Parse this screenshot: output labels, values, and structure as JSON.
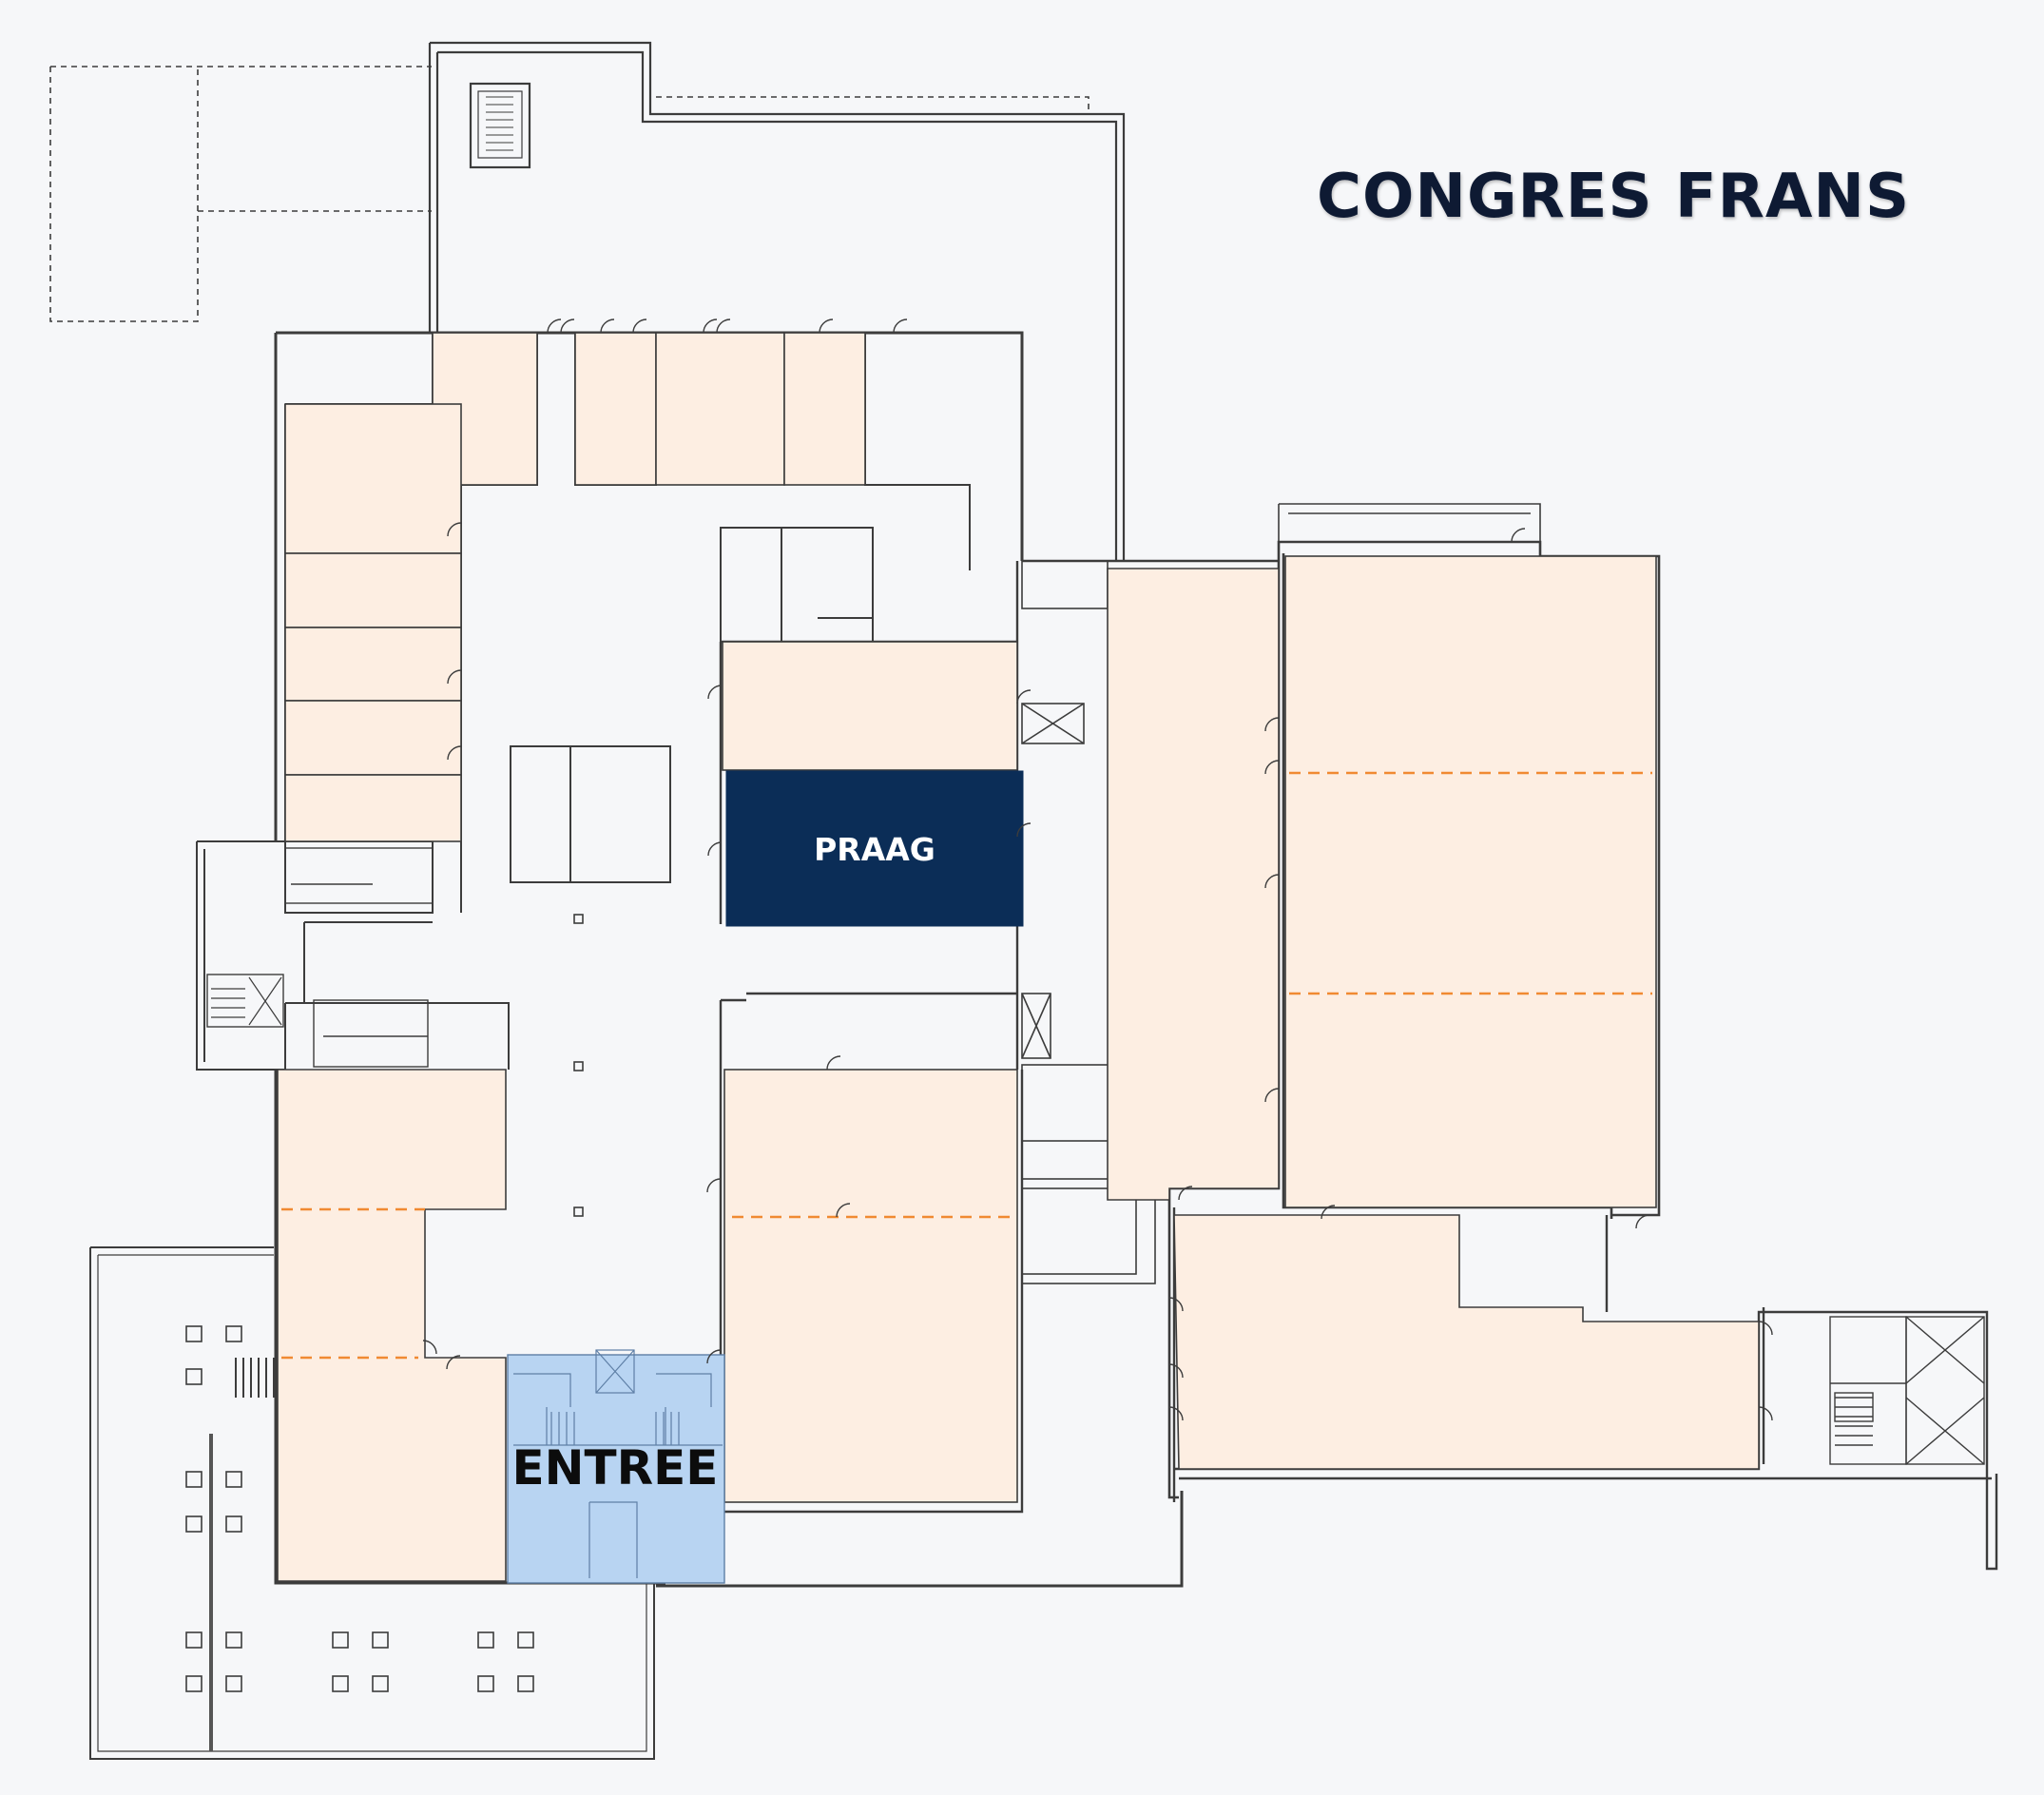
{
  "map": {
    "title": "CONGRES FRANS",
    "rooms": {
      "praag": {
        "label": "PRAAG",
        "highlight_color": "#0b2d57"
      },
      "entree": {
        "label": "ENTREE",
        "highlight_color": "#b8d4f2"
      }
    },
    "colors": {
      "background": "#f6f7f9",
      "room_fill": "#fdeee2",
      "wall": "#3c3c3c",
      "divider": "#f08a32"
    }
  }
}
